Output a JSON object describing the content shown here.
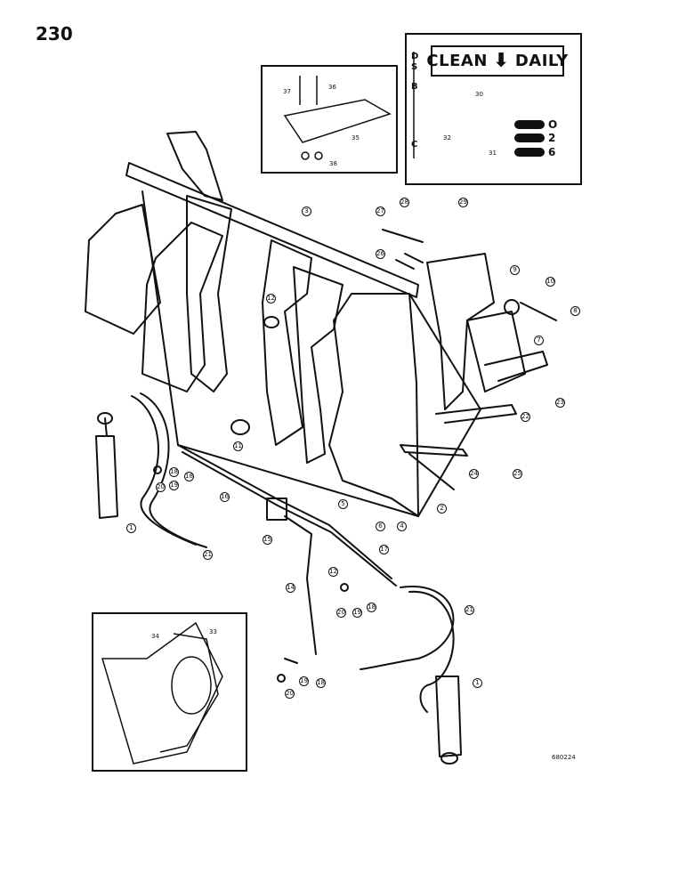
{
  "page": {
    "number": "230"
  },
  "decal": {
    "banner_left": "CLEAN",
    "banner_arrow": "arrow-down-icon",
    "banner_right": "DAILY",
    "strip_labels": [
      "D",
      "S",
      "B",
      "C"
    ],
    "tag_labels": [
      "O",
      "2",
      "6"
    ]
  },
  "callouts": {
    "c1": "1",
    "c2": "2",
    "c3": "3",
    "c4": "4",
    "c5": "5",
    "c6": "6",
    "c7": "7",
    "c8": "8",
    "c9": "9",
    "c10": "10",
    "c11": "11",
    "c12": "12",
    "c14": "14",
    "c15": "15",
    "c16": "16",
    "c17": "17",
    "c18": "18",
    "c19": "19",
    "c20": "20",
    "c21": "21",
    "c22": "22",
    "c23": "23",
    "c24": "24",
    "c25": "25",
    "c26": "26",
    "c27": "27",
    "c28": "28",
    "c29": "29",
    "c30": "30",
    "c31": "31",
    "c32": "32",
    "c33": "33",
    "c34": "34",
    "c35": "35",
    "c36": "36",
    "c37": "37",
    "c38": "38"
  },
  "drawing": {
    "id": "680224"
  }
}
